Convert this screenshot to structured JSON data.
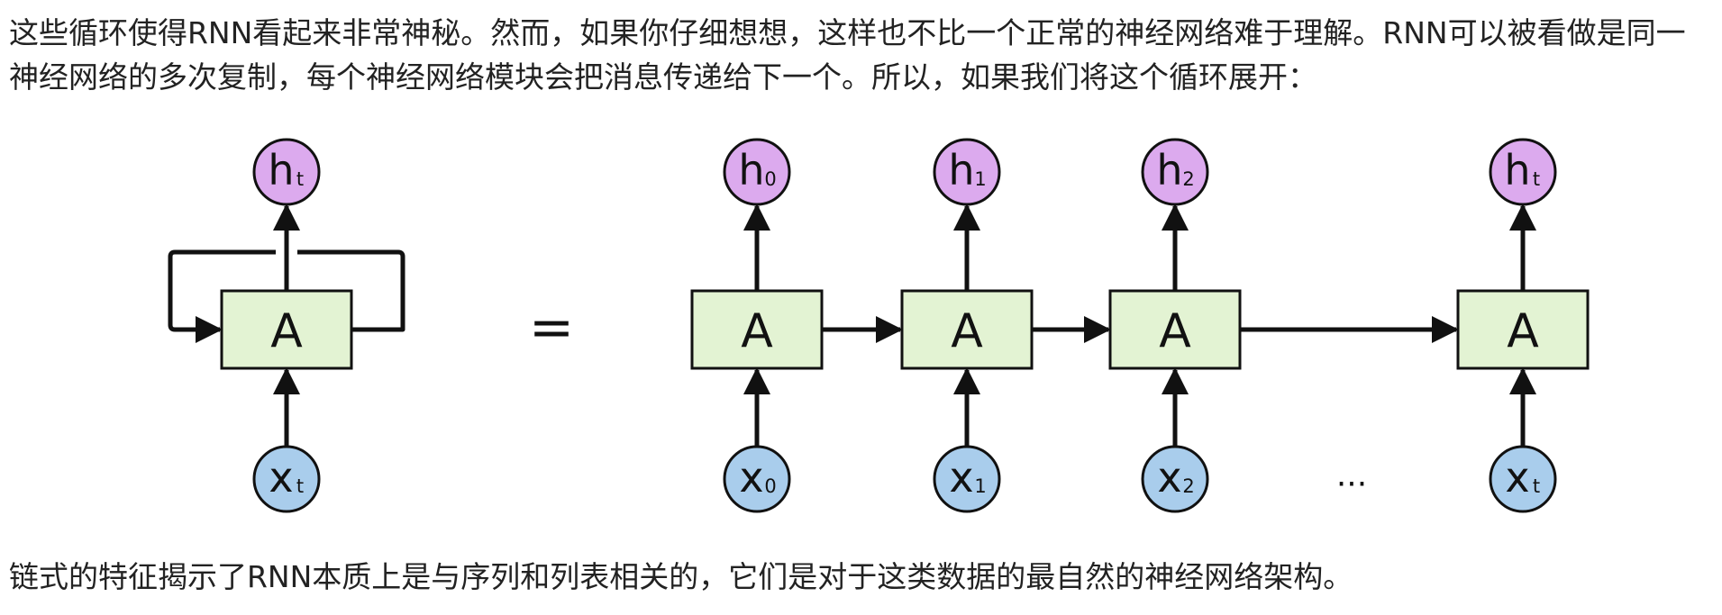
{
  "paragraphs": {
    "intro": "这些循环使得RNN看起来非常神秘。然而，如果你仔细想想，这样也不比一个正常的神经网络难于理解。RNN可以被看做是同一神经网络的多次复制，每个神经网络模块会把消息传递给下一个。所以，如果我们将这个循环展开：",
    "outro": "链式的特征揭示了RNN本质上是与序列和列表相关的，它们是对于这类数据的最自然的神经网络架构。"
  },
  "diagram": {
    "colors": {
      "cell_fill": "#e3f3d3",
      "output_fill": "#dcaaee",
      "input_fill": "#a9cdec",
      "stroke": "#111111"
    },
    "rolled": {
      "cell": "A",
      "output": {
        "main": "h",
        "sub": "t"
      },
      "input": {
        "main": "x",
        "sub": "t"
      }
    },
    "equals": "=",
    "ellipsis": "...",
    "unrolled": [
      {
        "cell": "A",
        "output": {
          "main": "h",
          "sub": "0"
        },
        "input": {
          "main": "x",
          "sub": "0"
        }
      },
      {
        "cell": "A",
        "output": {
          "main": "h",
          "sub": "1"
        },
        "input": {
          "main": "x",
          "sub": "1"
        }
      },
      {
        "cell": "A",
        "output": {
          "main": "h",
          "sub": "2"
        },
        "input": {
          "main": "x",
          "sub": "2"
        }
      },
      {
        "cell": "A",
        "output": {
          "main": "h",
          "sub": "t"
        },
        "input": {
          "main": "x",
          "sub": "t"
        }
      }
    ]
  }
}
